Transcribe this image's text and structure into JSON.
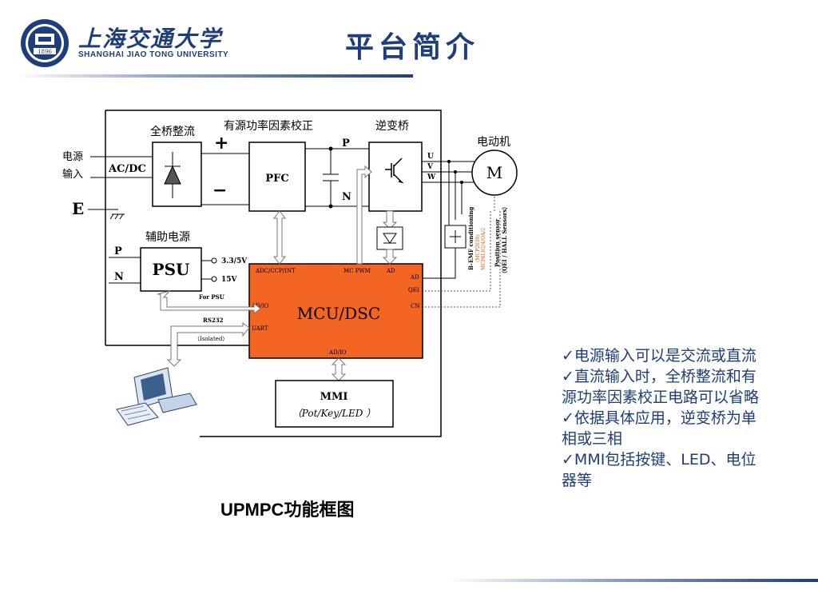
{
  "header": {
    "title": "平台简介",
    "logo_cn": "上海交通大学",
    "logo_en": "SHANGHAI JIAO TONG UNIVERSITY",
    "seal_year": "1896"
  },
  "diagram": {
    "power_input": "电源\n输入",
    "acdc": "AC/DC",
    "earth": "E",
    "bridge_label": "全桥整流",
    "pfc_title": "有源功率因素校正",
    "pfc": "PFC",
    "inverter_label": "逆变桥",
    "motor_label": "电动机",
    "motor": "M",
    "plus": "+",
    "minus": "−",
    "rail_p": "P",
    "rail_n": "N",
    "phases": [
      "U",
      "V",
      "W"
    ],
    "aux_power": "辅助电源",
    "psu": "PSU",
    "psu_p": "P",
    "psu_n": "N",
    "out_33": "3.3/5V",
    "out_15": "15V",
    "for_psu": "For PSU",
    "rs232": "RS232",
    "isolated": "（Isolated）",
    "mcu": "MCU/DSC",
    "mcu_adc": "ADC/CCP/INT",
    "mcu_pwm": "MC PWM",
    "mcu_ad_top": "AD",
    "mcu_ad_right": "AD",
    "mcu_qei": "QEI",
    "mcu_cn": "CN",
    "mcu_adio_left": "AD/IO",
    "mcu_uart": "UART",
    "mcu_adio_bottom": "AD/IO",
    "mmi": "MMI",
    "mmi_sub": "（Pot/Key/LED ）",
    "bemf": "B-EMF conditioning",
    "bemf_sub1": "(MCP2030)",
    "bemf_sub2": "MCP6L02/4/OA/2",
    "position_sensor": "Position sensor",
    "position_sensor_sub": "（QEI / HALL Sensors）"
  },
  "caption": "UPMPC功能框图",
  "bullets": [
    "✓电源输入可以是交流或直流",
    "✓直流输入时，全桥整流和有源功率因素校正电路可以省略",
    "✓依据具体应用，逆变桥为单相或三相",
    "✓MMI包括按键、LED、电位器等"
  ],
  "colors": {
    "mcu_fill": "#f26522",
    "brand_blue": "#1f3d7a",
    "annotation_orange": "#e06010"
  }
}
